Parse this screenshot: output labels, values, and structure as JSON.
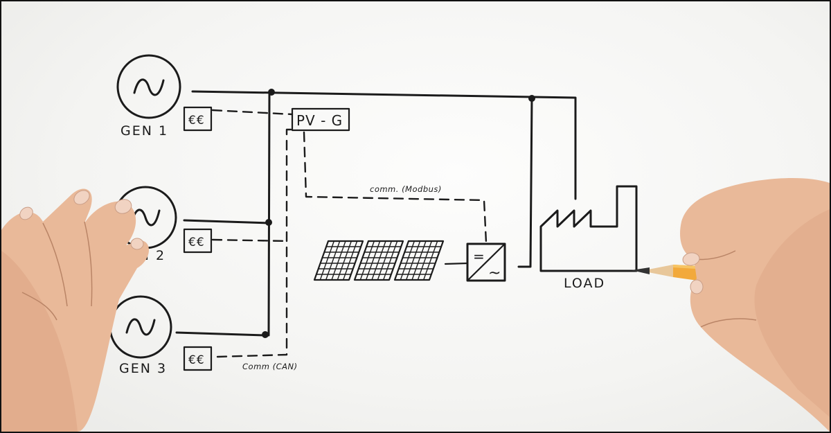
{
  "diagram": {
    "generators": [
      {
        "label": "GEN 1",
        "controller_label": "€€"
      },
      {
        "label": "GEN 2",
        "controller_label": "€€"
      },
      {
        "label": "GEN 3",
        "controller_label": "€€"
      }
    ],
    "pv_controller_label": "PV - G",
    "comm_modbus_label": "comm. (Modbus)",
    "comm_can_label": "Comm (CAN)",
    "load_label": "LOAD",
    "solar_panel_count": 3,
    "inverter_symbols": {
      "dc": "=",
      "ac": "~"
    }
  },
  "colors": {
    "ink": "#1b1b1b",
    "paper": "#fbfbfa",
    "skin": "#e9b999",
    "pencil_body": "#f2a93b",
    "pencil_wood": "#e8c79a",
    "pencil_lead": "#333333"
  }
}
